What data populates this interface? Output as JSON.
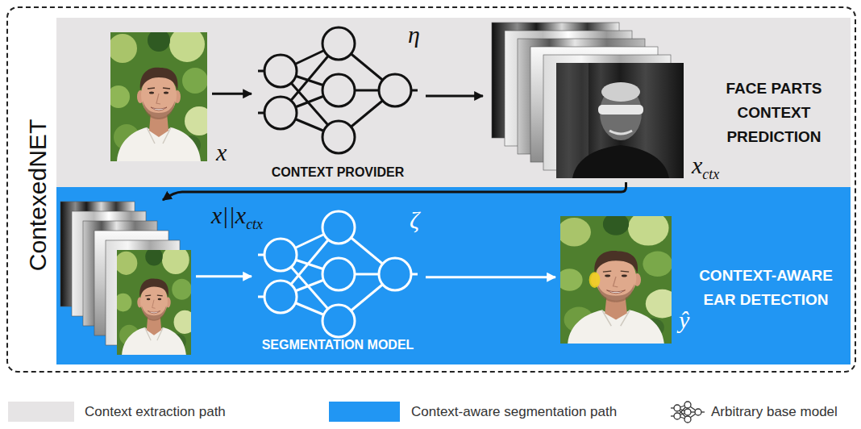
{
  "diagram": {
    "nodes": [
      {
        "text": [
          "ContexedNET"
        ]
      },
      {
        "text": [
          "FACE PARTS CONTEXT PREDICTION"
        ],
        "in": 0
      },
      {
        "text": [
          "x"
        ],
        "in": 1
      },
      {
        "text": [
          "η",
          "CONTEXT PROVIDER"
        ],
        "in": 1
      },
      {
        "text": [
          "x",
          "ctx"
        ],
        "in": 1
      },
      {
        "text": [
          "CONTEXT-AWARE EAR DETECTION"
        ],
        "in": 0
      },
      {
        "text": [
          "x||x",
          "ctx"
        ],
        "in": 5
      },
      {
        "text": [
          "ζ",
          "SEGMENTATION MODEL"
        ],
        "in": 5
      },
      {
        "text": [
          "ŷ"
        ],
        "in": 5
      }
    ],
    "edges": [
      {
        "from": 2,
        "to": 3,
        "arrow": "to"
      },
      {
        "from": 3,
        "to": 4,
        "arrow": "to"
      },
      {
        "from": 4,
        "to": 6,
        "arrow": "to"
      },
      {
        "from": 6,
        "to": 7,
        "arrow": "to"
      },
      {
        "from": 7,
        "to": 8,
        "arrow": "to"
      }
    ],
    "legend": [
      {
        "text": "Context extraction path",
        "color": "#e6e4e5"
      },
      {
        "text": "Context-aware segmentation path",
        "color": "#2196f3"
      },
      {
        "text": "Arbitrary base model"
      }
    ]
  }
}
